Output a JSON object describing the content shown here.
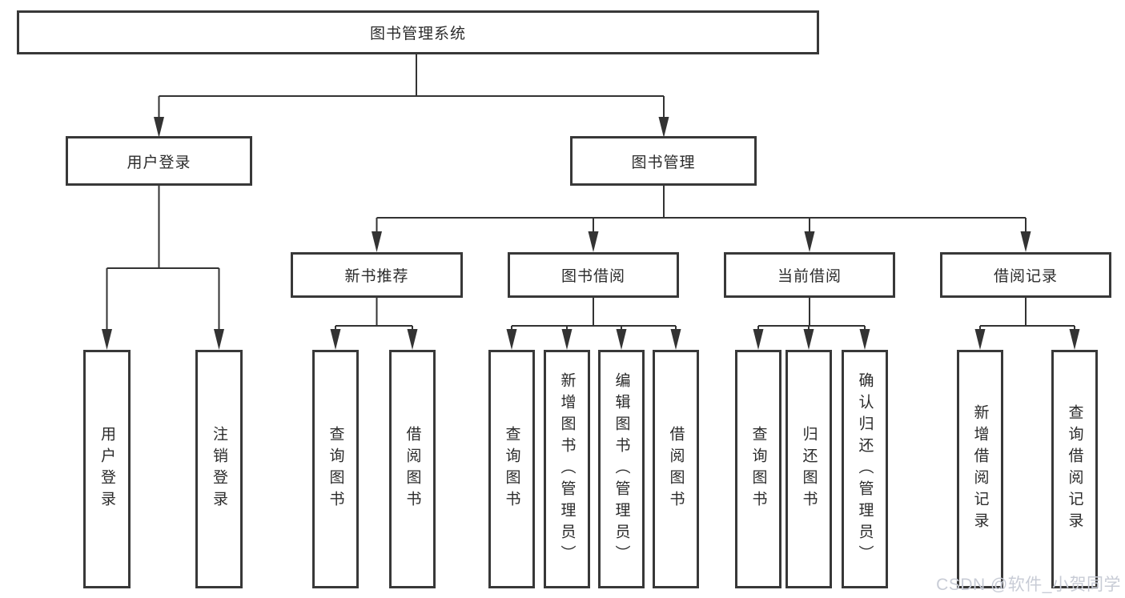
{
  "diagram_title": "图书管理系统",
  "tree": {
    "root": {
      "label": "图书管理系统",
      "children": [
        {
          "label": "用户登录",
          "children": [
            {
              "label": "用户登录"
            },
            {
              "label": "注销登录"
            }
          ]
        },
        {
          "label": "图书管理",
          "children": [
            {
              "label": "新书推荐",
              "children": [
                {
                  "label": "查询图书"
                },
                {
                  "label": "借阅图书"
                }
              ]
            },
            {
              "label": "图书借阅",
              "children": [
                {
                  "label": "查询图书"
                },
                {
                  "label": "新增图书（管理员）"
                },
                {
                  "label": "编辑图书（管理员）"
                },
                {
                  "label": "借阅图书"
                }
              ]
            },
            {
              "label": "当前借阅",
              "children": [
                {
                  "label": "查询图书"
                },
                {
                  "label": "归还图书"
                },
                {
                  "label": "确认归还（管理员）"
                }
              ]
            },
            {
              "label": "借阅记录",
              "children": [
                {
                  "label": "新增借阅记录"
                },
                {
                  "label": "查询借阅记录"
                }
              ]
            }
          ]
        }
      ]
    }
  },
  "watermark": {
    "text": "CSDN @软件_小贺同学"
  },
  "colors": {
    "line": "#333333",
    "box_border": "#383838",
    "box_background": "#ffffff",
    "text": "#2b2b2b",
    "watermark": "#c8ccd6"
  }
}
